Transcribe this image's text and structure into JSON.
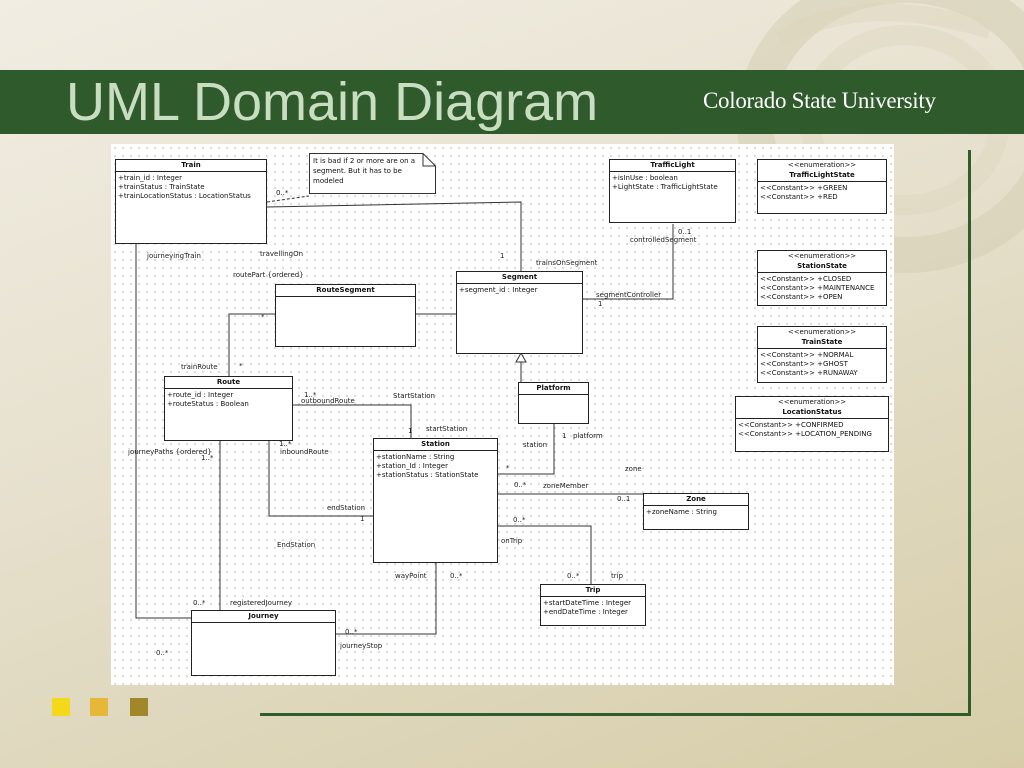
{
  "slide": {
    "title": "UML Domain Diagram",
    "brand": "Colorado State University",
    "colors": {
      "title_bar": "#2e5a2c",
      "title_text": "#c9ddc0",
      "square_1": "#f4d81a",
      "square_2": "#e5b83a",
      "square_3": "#a0872a"
    }
  },
  "diagram": {
    "note": "It is bad if 2 or more are on a segment. But it has to be modeled",
    "classes": {
      "train": {
        "name": "Train",
        "attrs": [
          "+train_id : Integer",
          "+trainStatus : TrainState",
          "+trainLocationStatus : LocationStatus"
        ]
      },
      "traffic_light": {
        "name": "TrafficLight",
        "attrs": [
          "+isInUse : boolean",
          "+LightState : TrafficLightState"
        ]
      },
      "segment": {
        "name": "Segment",
        "attrs": [
          "+segment_id : Integer"
        ]
      },
      "route_segment": {
        "name": "RouteSegment",
        "attrs": []
      },
      "route": {
        "name": "Route",
        "attrs": [
          "+route_id : Integer",
          "+routeStatus : Boolean"
        ]
      },
      "platform": {
        "name": "Platform",
        "attrs": []
      },
      "station": {
        "name": "Station",
        "attrs": [
          "+stationName : String",
          "+station_Id : Integer",
          "+stationStatus : StationState"
        ]
      },
      "zone": {
        "name": "Zone",
        "attrs": [
          "+zoneName : String"
        ]
      },
      "trip": {
        "name": "Trip",
        "attrs": [
          "+startDateTime : Integer",
          "+endDateTime : Integer"
        ]
      },
      "journey": {
        "name": "Journey",
        "attrs": []
      }
    },
    "enums": {
      "traffic_light_state": {
        "stereotype": "<<enumeration>>",
        "name": "TrafficLightState",
        "values": [
          "<<Constant>> +GREEN",
          "<<Constant>> +RED"
        ]
      },
      "station_state": {
        "stereotype": "<<enumeration>>",
        "name": "StationState",
        "values": [
          "<<Constant>> +CLOSED",
          "<<Constant>> +MAINTENANCE",
          "<<Constant>> +OPEN"
        ]
      },
      "train_state": {
        "stereotype": "<<enumeration>>",
        "name": "TrainState",
        "values": [
          "<<Constant>> +NORMAL",
          "<<Constant>> +GHOST",
          "<<Constant>> +RUNAWAY"
        ]
      },
      "location_status": {
        "stereotype": "<<enumeration>>",
        "name": "LocationStatus",
        "values": [
          "<<Constant>> +CONFIRMED",
          "<<Constant>> +LOCATION_PENDING"
        ]
      }
    },
    "labels": {
      "journeying_train": "journeyingTrain",
      "travelling_on": "travellingOn",
      "route_part": "routePart {ordered}",
      "mult_train_seg_train": "0..*",
      "mult_train_seg_seg": "1",
      "trains_on_segment": "trainsOnSegment",
      "controlled_segment": "controlledSegment",
      "mult_tl": "0..1",
      "segment_controller": "segmentController",
      "mult_seg_ctrl": "1",
      "train_route": "trainRoute",
      "mult_rs_star": "*",
      "mult_route_star": "*",
      "mult_outbound": "1..*",
      "outbound_route": "outboundRoute",
      "start_station_cap": "StartStation",
      "start_station": "startStation",
      "mult_start_one": "1",
      "mult_inbound": "1..*",
      "inbound_route": "inboundRoute",
      "journey_paths": "journeyPaths {ordered}",
      "mult_journey_paths": "1..*",
      "station_role": "station",
      "mult_station_one": "1",
      "platform_role": "platform",
      "mult_platform_star": "*",
      "zone_role": "zone",
      "mult_zone_member": "0..*",
      "zone_member": "zoneMember",
      "mult_zone": "0..1",
      "end_station": "endStation",
      "mult_end_one": "1",
      "mult_on_trip": "0..*",
      "on_trip": "onTrip",
      "end_station_cap": "EndStation",
      "way_point": "wayPoint",
      "mult_waypoint": "0..*",
      "mult_trip": "0..*",
      "trip_role": "trip",
      "mult_registered": "0..*",
      "registered_journey": "registeredJourney",
      "mult_journey_stop": "0..*",
      "journey_stop": "journeyStop",
      "mult_journey_left": "0..*"
    }
  }
}
